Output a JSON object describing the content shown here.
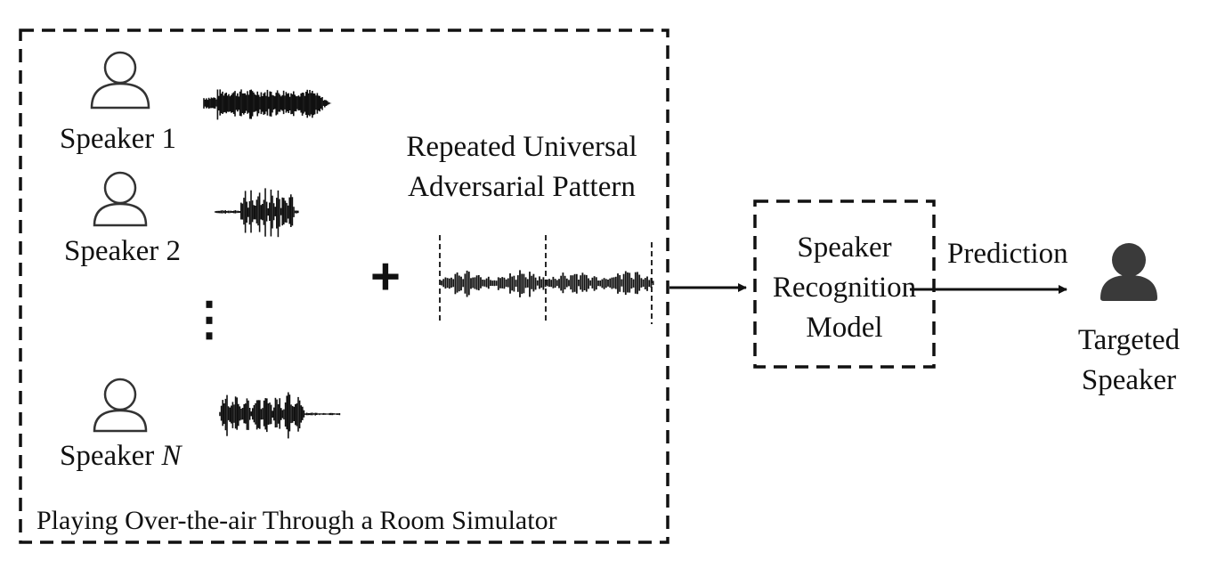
{
  "speakers": [
    {
      "label": "Speaker 1"
    },
    {
      "label": "Speaker 2"
    },
    {
      "label_prefix": "Speaker ",
      "label_var": "N"
    }
  ],
  "ellipsis": "⋮",
  "pattern": {
    "line1": "Repeated Universal",
    "line2": "Adversarial Pattern"
  },
  "plus": "+",
  "environment_caption": "Playing Over-the-air Through a Room Simulator",
  "model": {
    "line1": "Speaker",
    "line2": "Recognition",
    "line3": "Model"
  },
  "arrow_label": "Prediction",
  "target": {
    "line1": "Targeted",
    "line2": "Speaker"
  },
  "icons": {
    "speaker": "person-outline-icon",
    "target": "person-filled-icon",
    "audio": "waveform-icon"
  }
}
